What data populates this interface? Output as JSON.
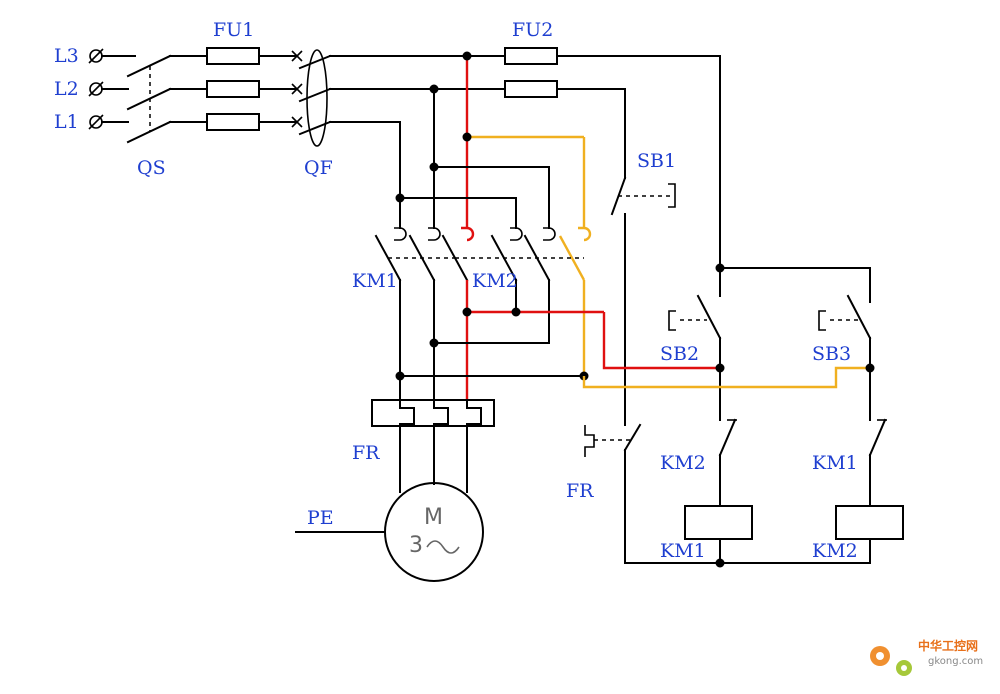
{
  "labels": {
    "L3": "L3",
    "L2": "L2",
    "L1": "L1",
    "QS": "QS",
    "QF": "QF",
    "FU1": "FU1",
    "FU2": "FU2",
    "KM1_main": "KM1",
    "KM2_main": "KM2",
    "FR_main": "FR",
    "PE": "PE",
    "motor_m": "M",
    "motor_3": "3",
    "SB1": "SB1",
    "SB2": "SB2",
    "SB3": "SB3",
    "FR_ctrl": "FR",
    "KM2_interlock": "KM2",
    "KM1_interlock": "KM1",
    "KM1_coil": "KM1",
    "KM2_coil": "KM2"
  },
  "watermark": {
    "cn": "中华工控网",
    "en": "gkong.com"
  },
  "colors": {
    "label": "#1f3fd0",
    "highlight_red": "#e01010",
    "highlight_orange": "#f0b020",
    "wire": "#000000"
  }
}
